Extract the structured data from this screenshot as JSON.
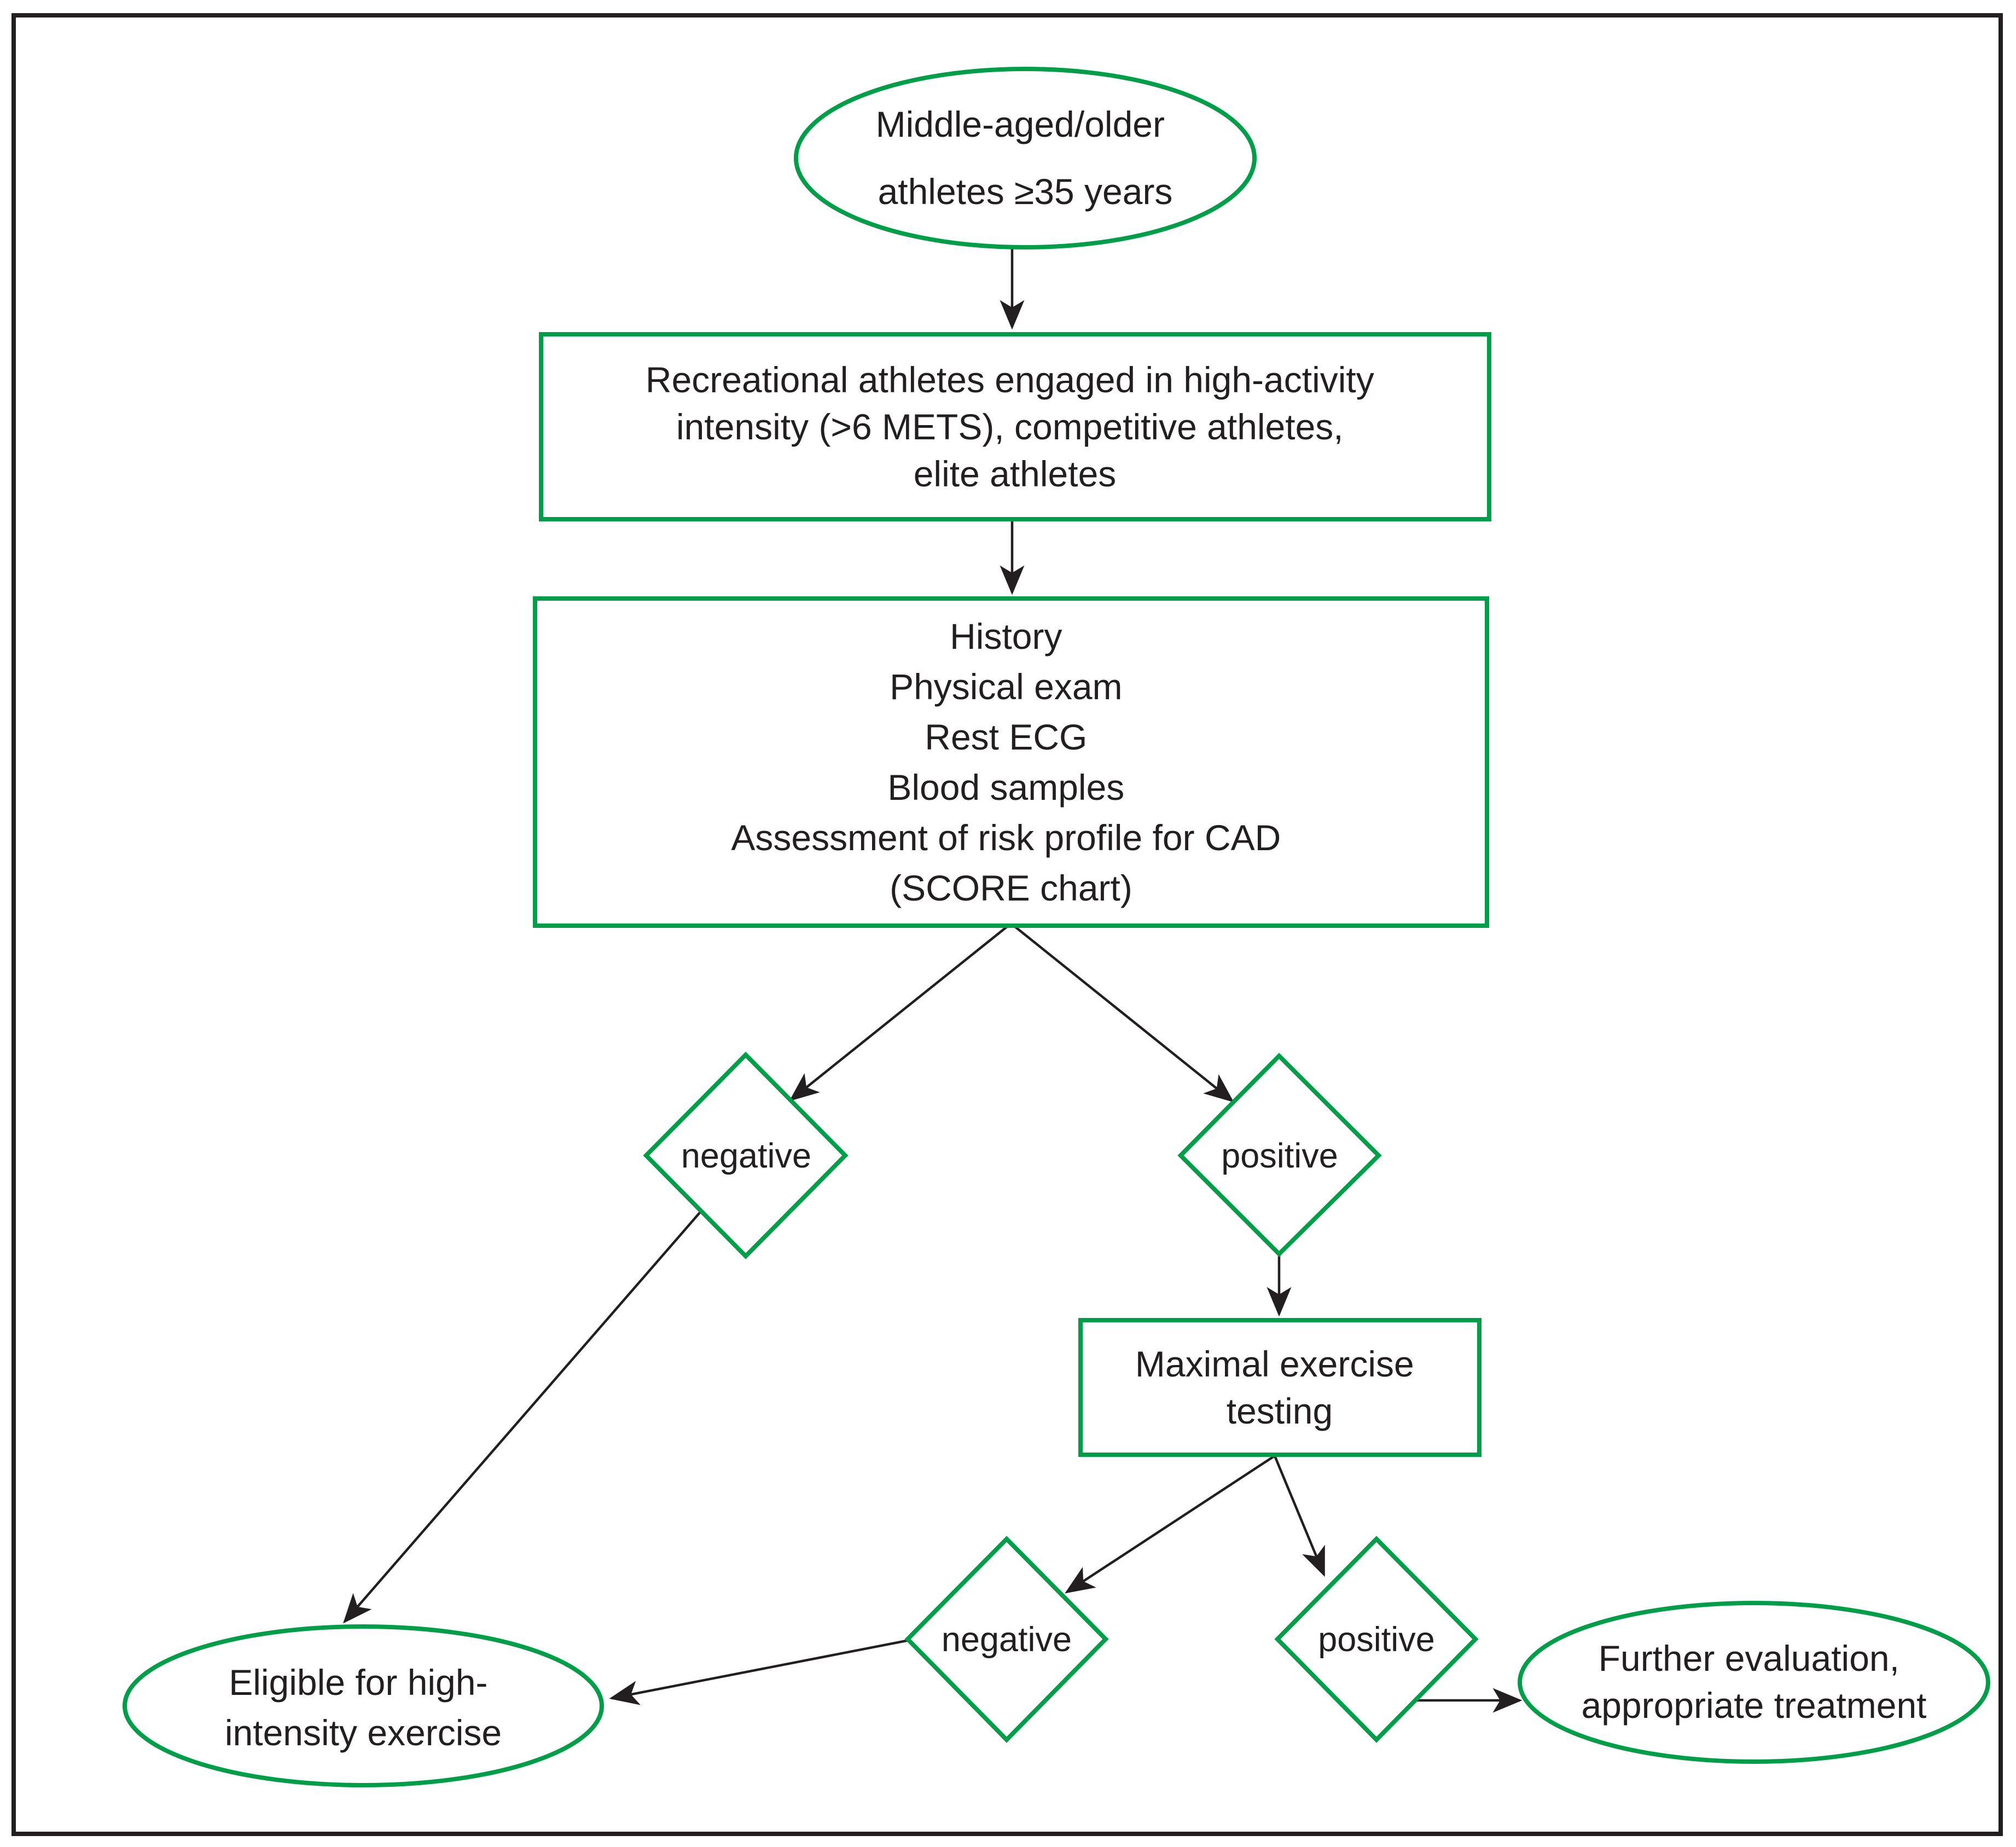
{
  "figure": {
    "type": "flowchart",
    "title": "Screening flowchart for middle-aged/older athletes before high-intensity exercise",
    "colors": {
      "background": "#ffffff",
      "node_outline_green": "#009e49",
      "line_black": "#231f20",
      "text": "#231f20"
    }
  },
  "nodes": {
    "athletes": {
      "shape": "ellipse",
      "label_lines": [
        "Middle-aged/older",
        "athletes ≥35 years"
      ]
    },
    "population": {
      "shape": "rect",
      "label_lines": [
        "Recreational athletes engaged in high-activity",
        "intensity (>6 METS), competitive athletes,",
        "elite athletes"
      ]
    },
    "screening": {
      "shape": "rect",
      "label_lines": [
        "History",
        "Physical exam",
        "Rest ECG",
        "Blood samples",
        "Assessment of risk profile for CAD",
        "(SCORE chart)"
      ]
    },
    "screen_negative": {
      "shape": "diamond",
      "label_lines": [
        "negative"
      ]
    },
    "screen_positive": {
      "shape": "diamond",
      "label_lines": [
        "positive"
      ]
    },
    "maximal_testing": {
      "shape": "rect",
      "label_lines": [
        "Maximal exercise",
        "testing"
      ]
    },
    "test_negative": {
      "shape": "diamond",
      "label_lines": [
        "negative"
      ]
    },
    "test_positive": {
      "shape": "diamond",
      "label_lines": [
        "positive"
      ]
    },
    "eligible": {
      "shape": "ellipse",
      "label_lines": [
        "Eligible for high-",
        "intensity exercise"
      ]
    },
    "further_evaluation": {
      "shape": "ellipse",
      "label_lines": [
        "Further evaluation,",
        "appropriate treatment"
      ]
    }
  },
  "edges": [
    {
      "from": "athletes",
      "to": "population"
    },
    {
      "from": "population",
      "to": "screening"
    },
    {
      "from": "screening",
      "to": "screen_negative"
    },
    {
      "from": "screening",
      "to": "screen_positive"
    },
    {
      "from": "screen_positive",
      "to": "maximal_testing"
    },
    {
      "from": "maximal_testing",
      "to": "test_negative"
    },
    {
      "from": "maximal_testing",
      "to": "test_positive"
    },
    {
      "from": "screen_negative",
      "to": "eligible"
    },
    {
      "from": "test_negative",
      "to": "eligible"
    },
    {
      "from": "test_positive",
      "to": "further_evaluation"
    }
  ]
}
